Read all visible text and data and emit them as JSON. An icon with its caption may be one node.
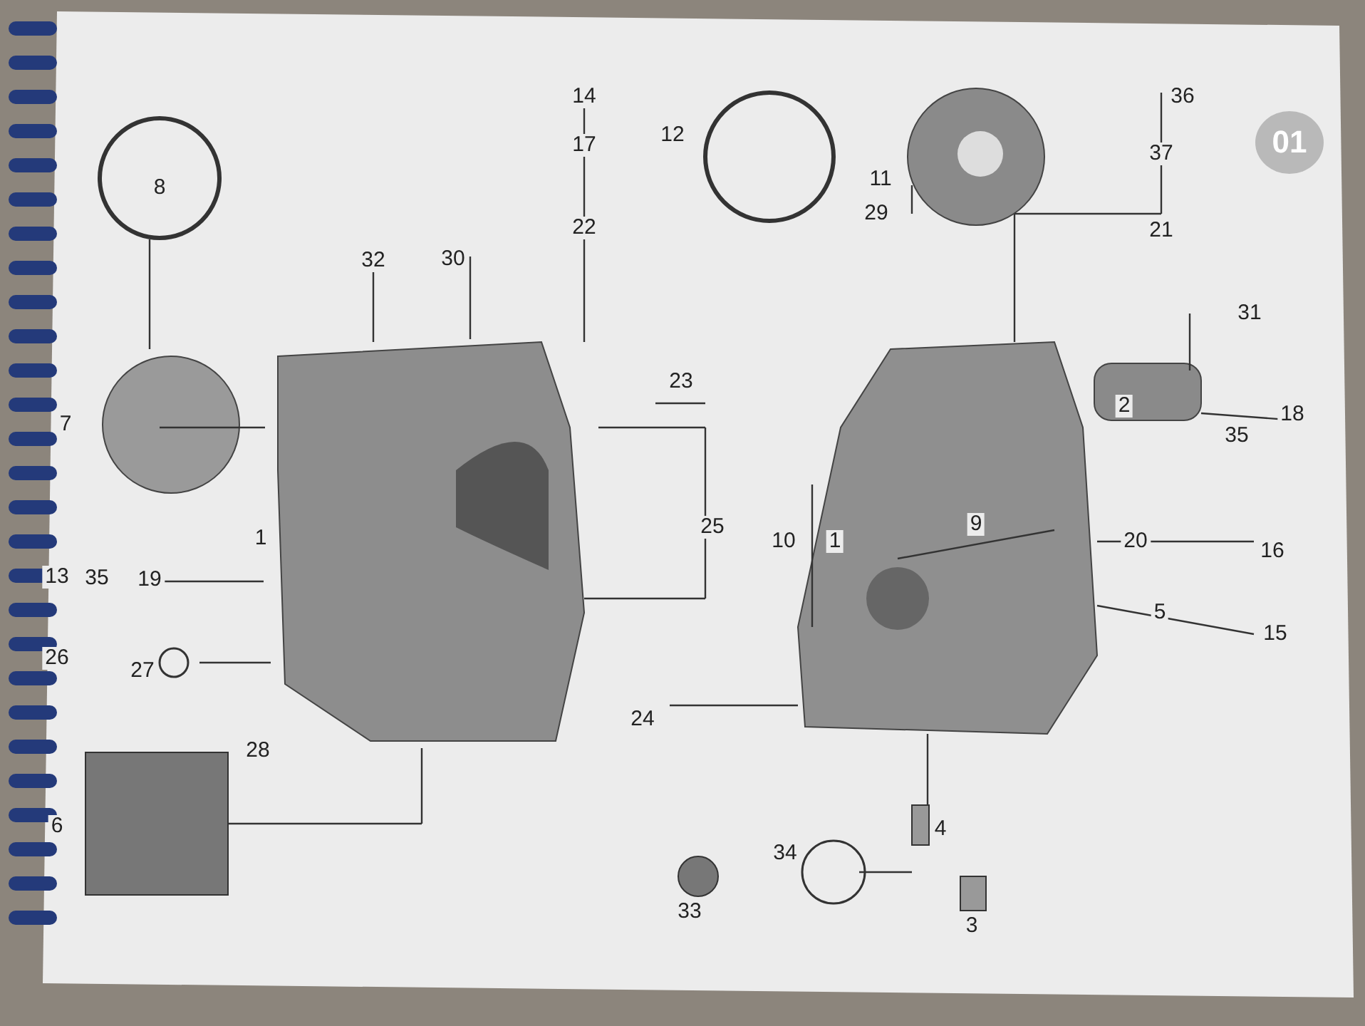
{
  "diagram": {
    "labels": [
      "01",
      "36",
      "37",
      "21",
      "12",
      "11",
      "29",
      "14",
      "17",
      "22",
      "8",
      "32",
      "30",
      "31",
      "2",
      "35",
      "18",
      "23",
      "7",
      "1",
      "25",
      "10",
      "1",
      "9",
      "20",
      "16",
      "13",
      "35",
      "19",
      "5",
      "15",
      "26",
      "27",
      "24",
      "28",
      "6",
      "4",
      "34",
      "33",
      "3"
    ]
  }
}
